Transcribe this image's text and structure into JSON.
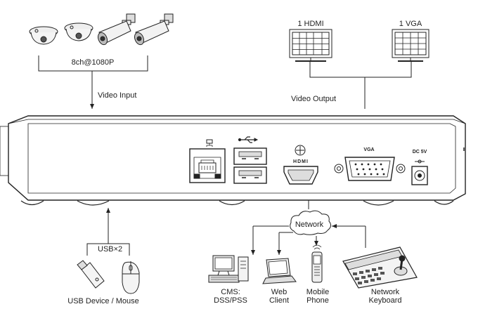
{
  "inputs": {
    "cameras_label": "8ch@1080P",
    "video_input_label": "Video Input",
    "cameras": [
      {
        "icon": "dome-camera-icon"
      },
      {
        "icon": "dome-camera-icon"
      },
      {
        "icon": "bullet-camera-icon"
      },
      {
        "icon": "bullet-camera-icon"
      }
    ]
  },
  "outputs": {
    "video_output_label": "Video Output",
    "hdmi_monitor_label": "1 HDMI",
    "vga_monitor_label": "1 VGA"
  },
  "rear_panel": {
    "vga_label": "VGA",
    "dc_label": "DC 5V",
    "hdmi_label": "HDMI",
    "usb_icon": "usb-icon",
    "lan_icon": "network-icon"
  },
  "usb": {
    "count_label": "USB×2",
    "device_label": "USB Device / Mouse"
  },
  "network": {
    "cloud_label": "Network",
    "clients": [
      {
        "line1": "CMS:",
        "line2": "DSS/PSS",
        "icon": "desktop-pc-icon"
      },
      {
        "line1": "Web",
        "line2": "Client",
        "icon": "laptop-icon"
      },
      {
        "line1": "Mobile",
        "line2": "Phone",
        "icon": "mobile-phone-icon"
      },
      {
        "line1": "Network",
        "line2": "Keyboard",
        "icon": "network-keyboard-icon"
      }
    ]
  }
}
